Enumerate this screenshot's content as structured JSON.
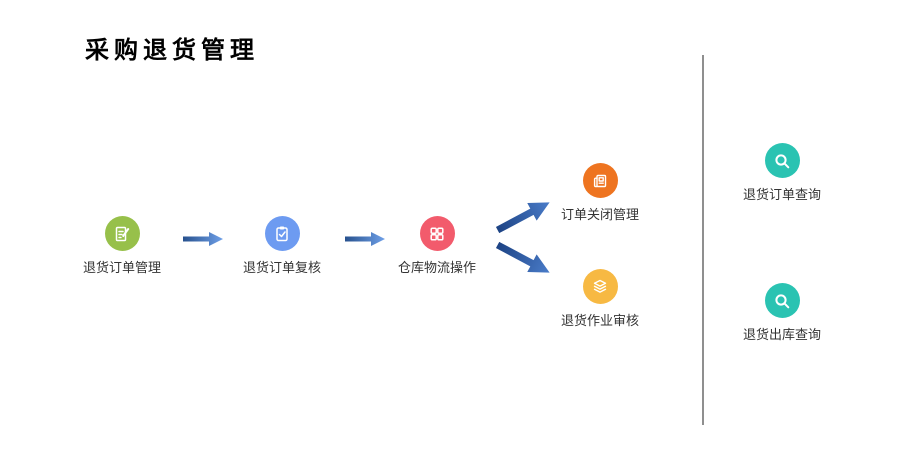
{
  "page": {
    "title": "采购退货管理"
  },
  "flow": {
    "steps": [
      {
        "label": "退货订单管理",
        "icon": "edit-document-icon",
        "color": "#97c04a"
      },
      {
        "label": "退货订单复核",
        "icon": "clipboard-check-icon",
        "color": "#6d9bf1"
      },
      {
        "label": "仓库物流操作",
        "icon": "app-grid-icon",
        "color": "#f25b6c"
      }
    ],
    "branches": [
      {
        "label": "订单关闭管理",
        "icon": "newspaper-icon",
        "color": "#ee7420"
      },
      {
        "label": "退货作业审核",
        "icon": "layers-icon",
        "color": "#f7b943"
      }
    ]
  },
  "queries": [
    {
      "label": "退货订单查询",
      "icon": "search-icon",
      "color": "#2ac3b2"
    },
    {
      "label": "退货出库查询",
      "icon": "search-icon",
      "color": "#2ac3b2"
    }
  ],
  "colors": {
    "arrow_gradient_start": "#27518e",
    "arrow_gradient_end": "#6fa0e8",
    "diag_arrow_gradient_start": "#1d4384",
    "diag_arrow_gradient_end": "#4a7cc9",
    "divider": "#8f8f8f",
    "label_text": "#333333",
    "title_text": "#000000"
  }
}
